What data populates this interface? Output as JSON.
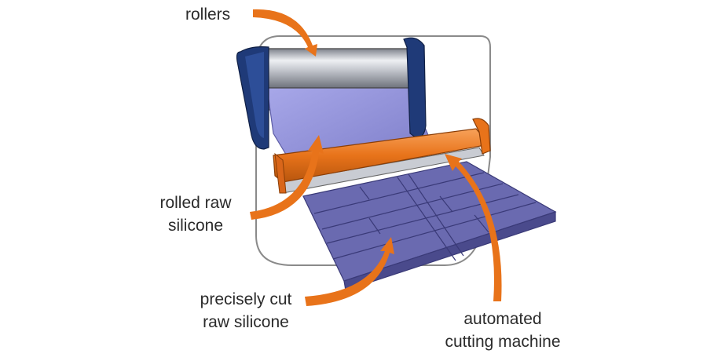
{
  "labels": {
    "rollers": "rollers",
    "rolled_line1": "rolled raw",
    "rolled_line2": "silicone",
    "cut_line1": "precisely cut",
    "cut_line2": "raw silicone",
    "machine_line1": "automated",
    "machine_line2": "cutting machine"
  },
  "colors": {
    "arrow": "#e8731a",
    "roller_steel": "#b9bcc4",
    "roller_end_caps": "#1f3a78",
    "silicone_sheet": "#8e8ed8",
    "cut_tiles": "#5a5aa0",
    "cutter_bar": "#e8731a",
    "machine_outline": "#8a8a8a"
  }
}
